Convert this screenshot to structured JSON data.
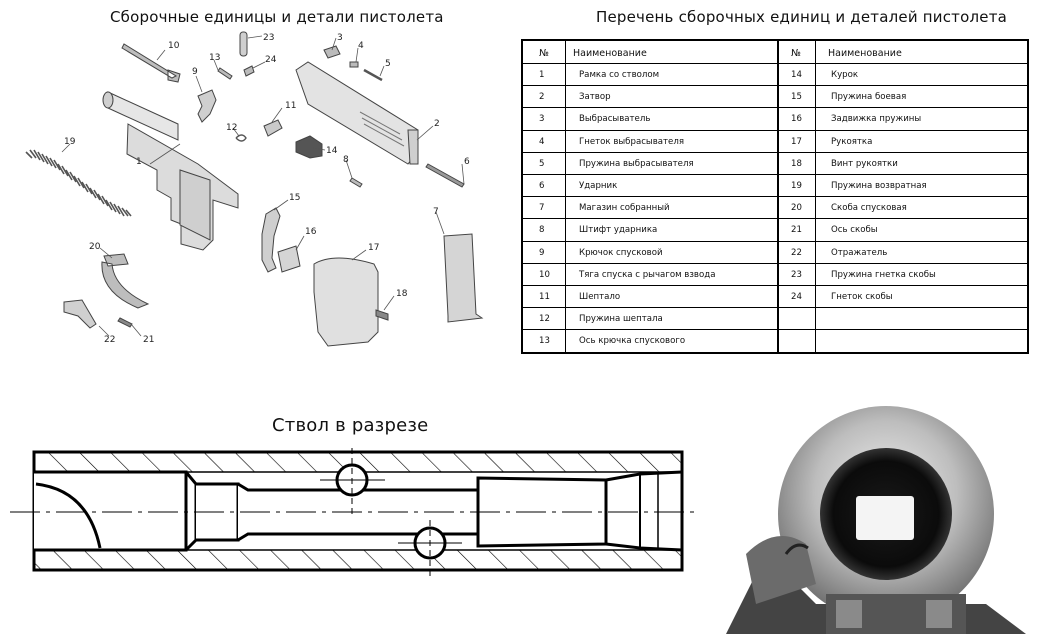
{
  "titles": {
    "left": "Сборочные единицы и детали пистолета",
    "right": "Перечень сборочных единиц и деталей пистолета",
    "barrel": "Ствол в разрезе"
  },
  "table": {
    "headers": [
      "№",
      "Наименование",
      "№",
      "Наименование"
    ],
    "left_rows": [
      {
        "num": "1",
        "name": "Рамка со стволом"
      },
      {
        "num": "2",
        "name": "Затвор"
      },
      {
        "num": "3",
        "name": "Выбрасыватель"
      },
      {
        "num": "4",
        "name": "Гнеток выбрасывателя"
      },
      {
        "num": "5",
        "name": "Пружина выбрасывателя"
      },
      {
        "num": "6",
        "name": "Ударник"
      },
      {
        "num": "7",
        "name": "Магазин собранный"
      },
      {
        "num": "8",
        "name": "Штифт ударника"
      },
      {
        "num": "9",
        "name": "Крючок спусковой"
      },
      {
        "num": "10",
        "name": "Тяга спуска с рычагом взвода"
      },
      {
        "num": "11",
        "name": "Шептало"
      },
      {
        "num": "12",
        "name": "Пружина шептала"
      },
      {
        "num": "13",
        "name": "Ось крючка спускового"
      }
    ],
    "right_rows": [
      {
        "num": "14",
        "name": "Курок"
      },
      {
        "num": "15",
        "name": "Пружина боевая"
      },
      {
        "num": "16",
        "name": "Задвижка пружины"
      },
      {
        "num": "17",
        "name": "Рукоятка"
      },
      {
        "num": "18",
        "name": "Винт рукоятки"
      },
      {
        "num": "19",
        "name": "Пружина возвратная"
      },
      {
        "num": "20",
        "name": "Скоба спусковая"
      },
      {
        "num": "21",
        "name": "Ось скобы"
      },
      {
        "num": "22",
        "name": "Отражатель"
      },
      {
        "num": "23",
        "name": "Пружина гнетка скобы"
      },
      {
        "num": "24",
        "name": "Гнеток скобы"
      }
    ]
  },
  "callouts": [
    "1",
    "2",
    "3",
    "4",
    "5",
    "6",
    "7",
    "8",
    "9",
    "10",
    "11",
    "12",
    "13",
    "14",
    "15",
    "16",
    "17",
    "18",
    "19",
    "20",
    "21",
    "22",
    "23",
    "24"
  ]
}
